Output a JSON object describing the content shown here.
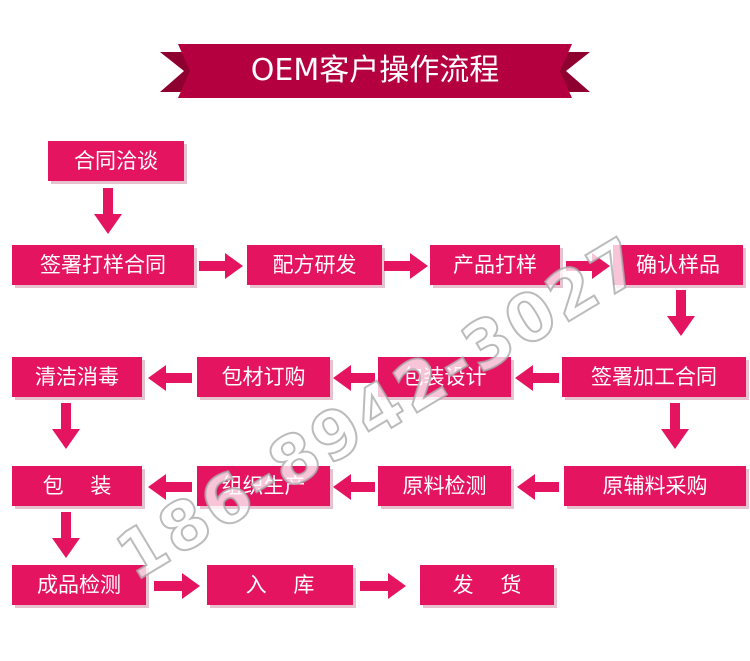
{
  "title": "OEM客户操作流程",
  "colors": {
    "box": "#e41461",
    "banner": "#b5003f",
    "text": "#ffffff"
  },
  "steps": {
    "s0": "合同洽谈",
    "s1": "签署打样合同",
    "s2": "配方研发",
    "s3": "产品打样",
    "s4": "确认样品",
    "s5": "签署加工合同",
    "s6": "包装设计",
    "s7": "包材订购",
    "s8": "清洁消毒",
    "s9": "包    装",
    "s10": "组织生产",
    "s11": "原料检测",
    "s12": "原辅料采购",
    "s13": "成品检测",
    "s14": "入    库",
    "s15": "发    货"
  },
  "watermark": "186-8942-3027"
}
